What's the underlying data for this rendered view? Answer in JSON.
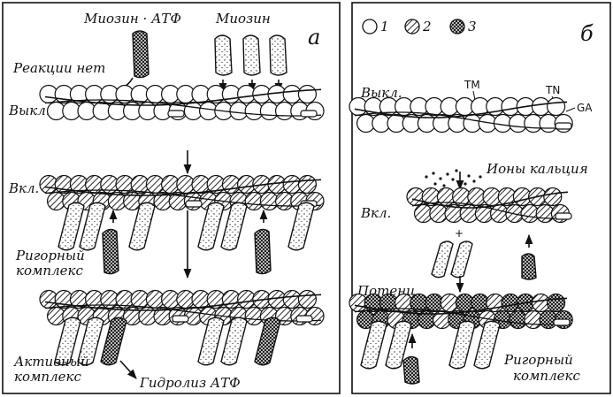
{
  "colors": {
    "ink": "#111111",
    "paper": "#ffffff"
  },
  "panel_a": {
    "letter": "а",
    "myosin_atp": "Миозин · АТФ",
    "myosin": "Миозин",
    "no_reaction": "Реакции нет",
    "off": "Выкл.",
    "on": "Вкл.",
    "rigor_line1": "Ригорный",
    "rigor_line2": "комплекс",
    "active_line1": "Активный",
    "active_line2": "комплекс",
    "hydrolysis": "Гидролиз АТФ"
  },
  "panel_b": {
    "letter": "б",
    "legend": [
      {
        "num": "1",
        "fill": "open"
      },
      {
        "num": "2",
        "fill": "hatched"
      },
      {
        "num": "3",
        "fill": "crosshatched"
      }
    ],
    "off": "Выкл.",
    "tm": "TM",
    "tn": "TN",
    "ga": "GA",
    "calcium": "Ионы кальция",
    "on": "Вкл.",
    "potentiated": "Потенц.",
    "rigor_line1": "Ригорный",
    "rigor_line2": "комплекс"
  }
}
